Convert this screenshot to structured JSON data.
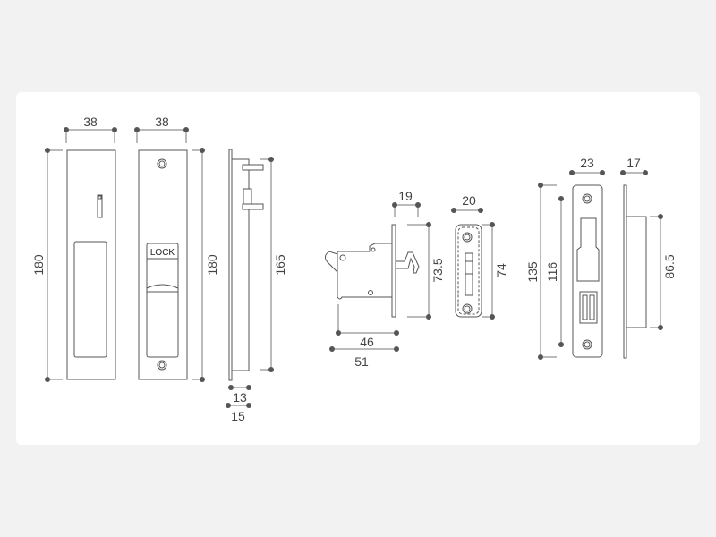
{
  "drawing": {
    "front_plate": {
      "width_label": "38",
      "height_label": "180"
    },
    "privacy_plate": {
      "width_label": "38",
      "height_label": "180",
      "lock_text": "LOCK"
    },
    "side_view": {
      "height_label": "165",
      "depth_inner_label": "13",
      "depth_outer_label": "15"
    },
    "hook_bolt": {
      "plate_offset_label": "19",
      "height_label": "73.5",
      "body_label": "46",
      "total_label": "51"
    },
    "small_strike": {
      "width_label": "20",
      "height_label": "74"
    },
    "keeper": {
      "width_label": "23",
      "height_label": "135",
      "hole_spacing_label": "116",
      "depth_label": "17",
      "box_height_label": "86.5"
    }
  }
}
